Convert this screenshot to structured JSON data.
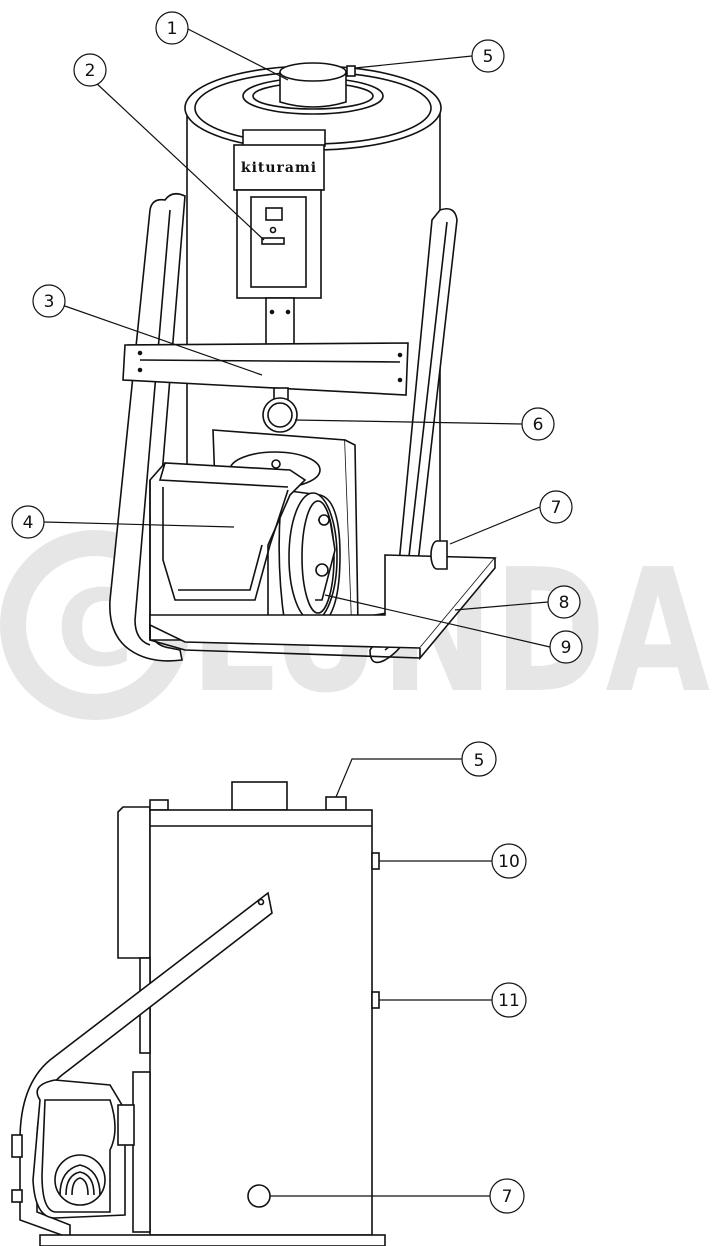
{
  "watermark": {
    "text": "LUNDA",
    "color": "#e6e6e6"
  },
  "front_view": {
    "brand_label": "kiturami",
    "callouts": [
      "1",
      "2",
      "3",
      "4",
      "5",
      "6",
      "7",
      "8",
      "9"
    ]
  },
  "side_view": {
    "callouts": [
      "5",
      "10",
      "11",
      "7"
    ]
  },
  "colors": {
    "line": "#111111",
    "fill": "#ffffff",
    "light_fill": "#f4f4f4"
  }
}
